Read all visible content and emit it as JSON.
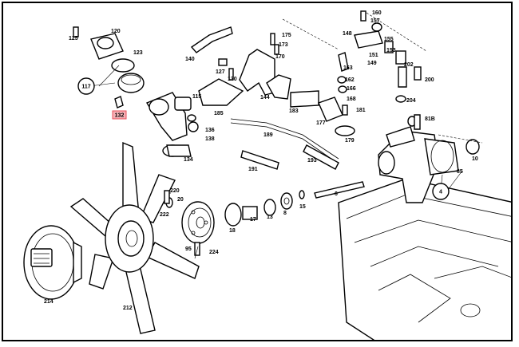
{
  "diagram": {
    "highlight_color": "#e8505b",
    "callouts": [
      {
        "text": "117",
        "circled": true
      },
      {
        "text": "4",
        "circled": true
      },
      {
        "text": "132",
        "highlighted": true
      }
    ],
    "labels": [
      "125",
      "120",
      "123",
      "140",
      "127",
      "130",
      "115",
      "136",
      "138",
      "134",
      "175",
      "173",
      "170",
      "144",
      "185",
      "183",
      "189",
      "177",
      "179",
      "181",
      "160",
      "157",
      "148",
      "155",
      "151",
      "153",
      "149",
      "202",
      "200",
      "163",
      "162",
      "166",
      "168",
      "204",
      "81B",
      "10",
      "85",
      "191",
      "193",
      "6",
      "220",
      "222",
      "20",
      "17",
      "13",
      "8",
      "15",
      "18",
      "95",
      "224",
      "214",
      "212"
    ]
  }
}
